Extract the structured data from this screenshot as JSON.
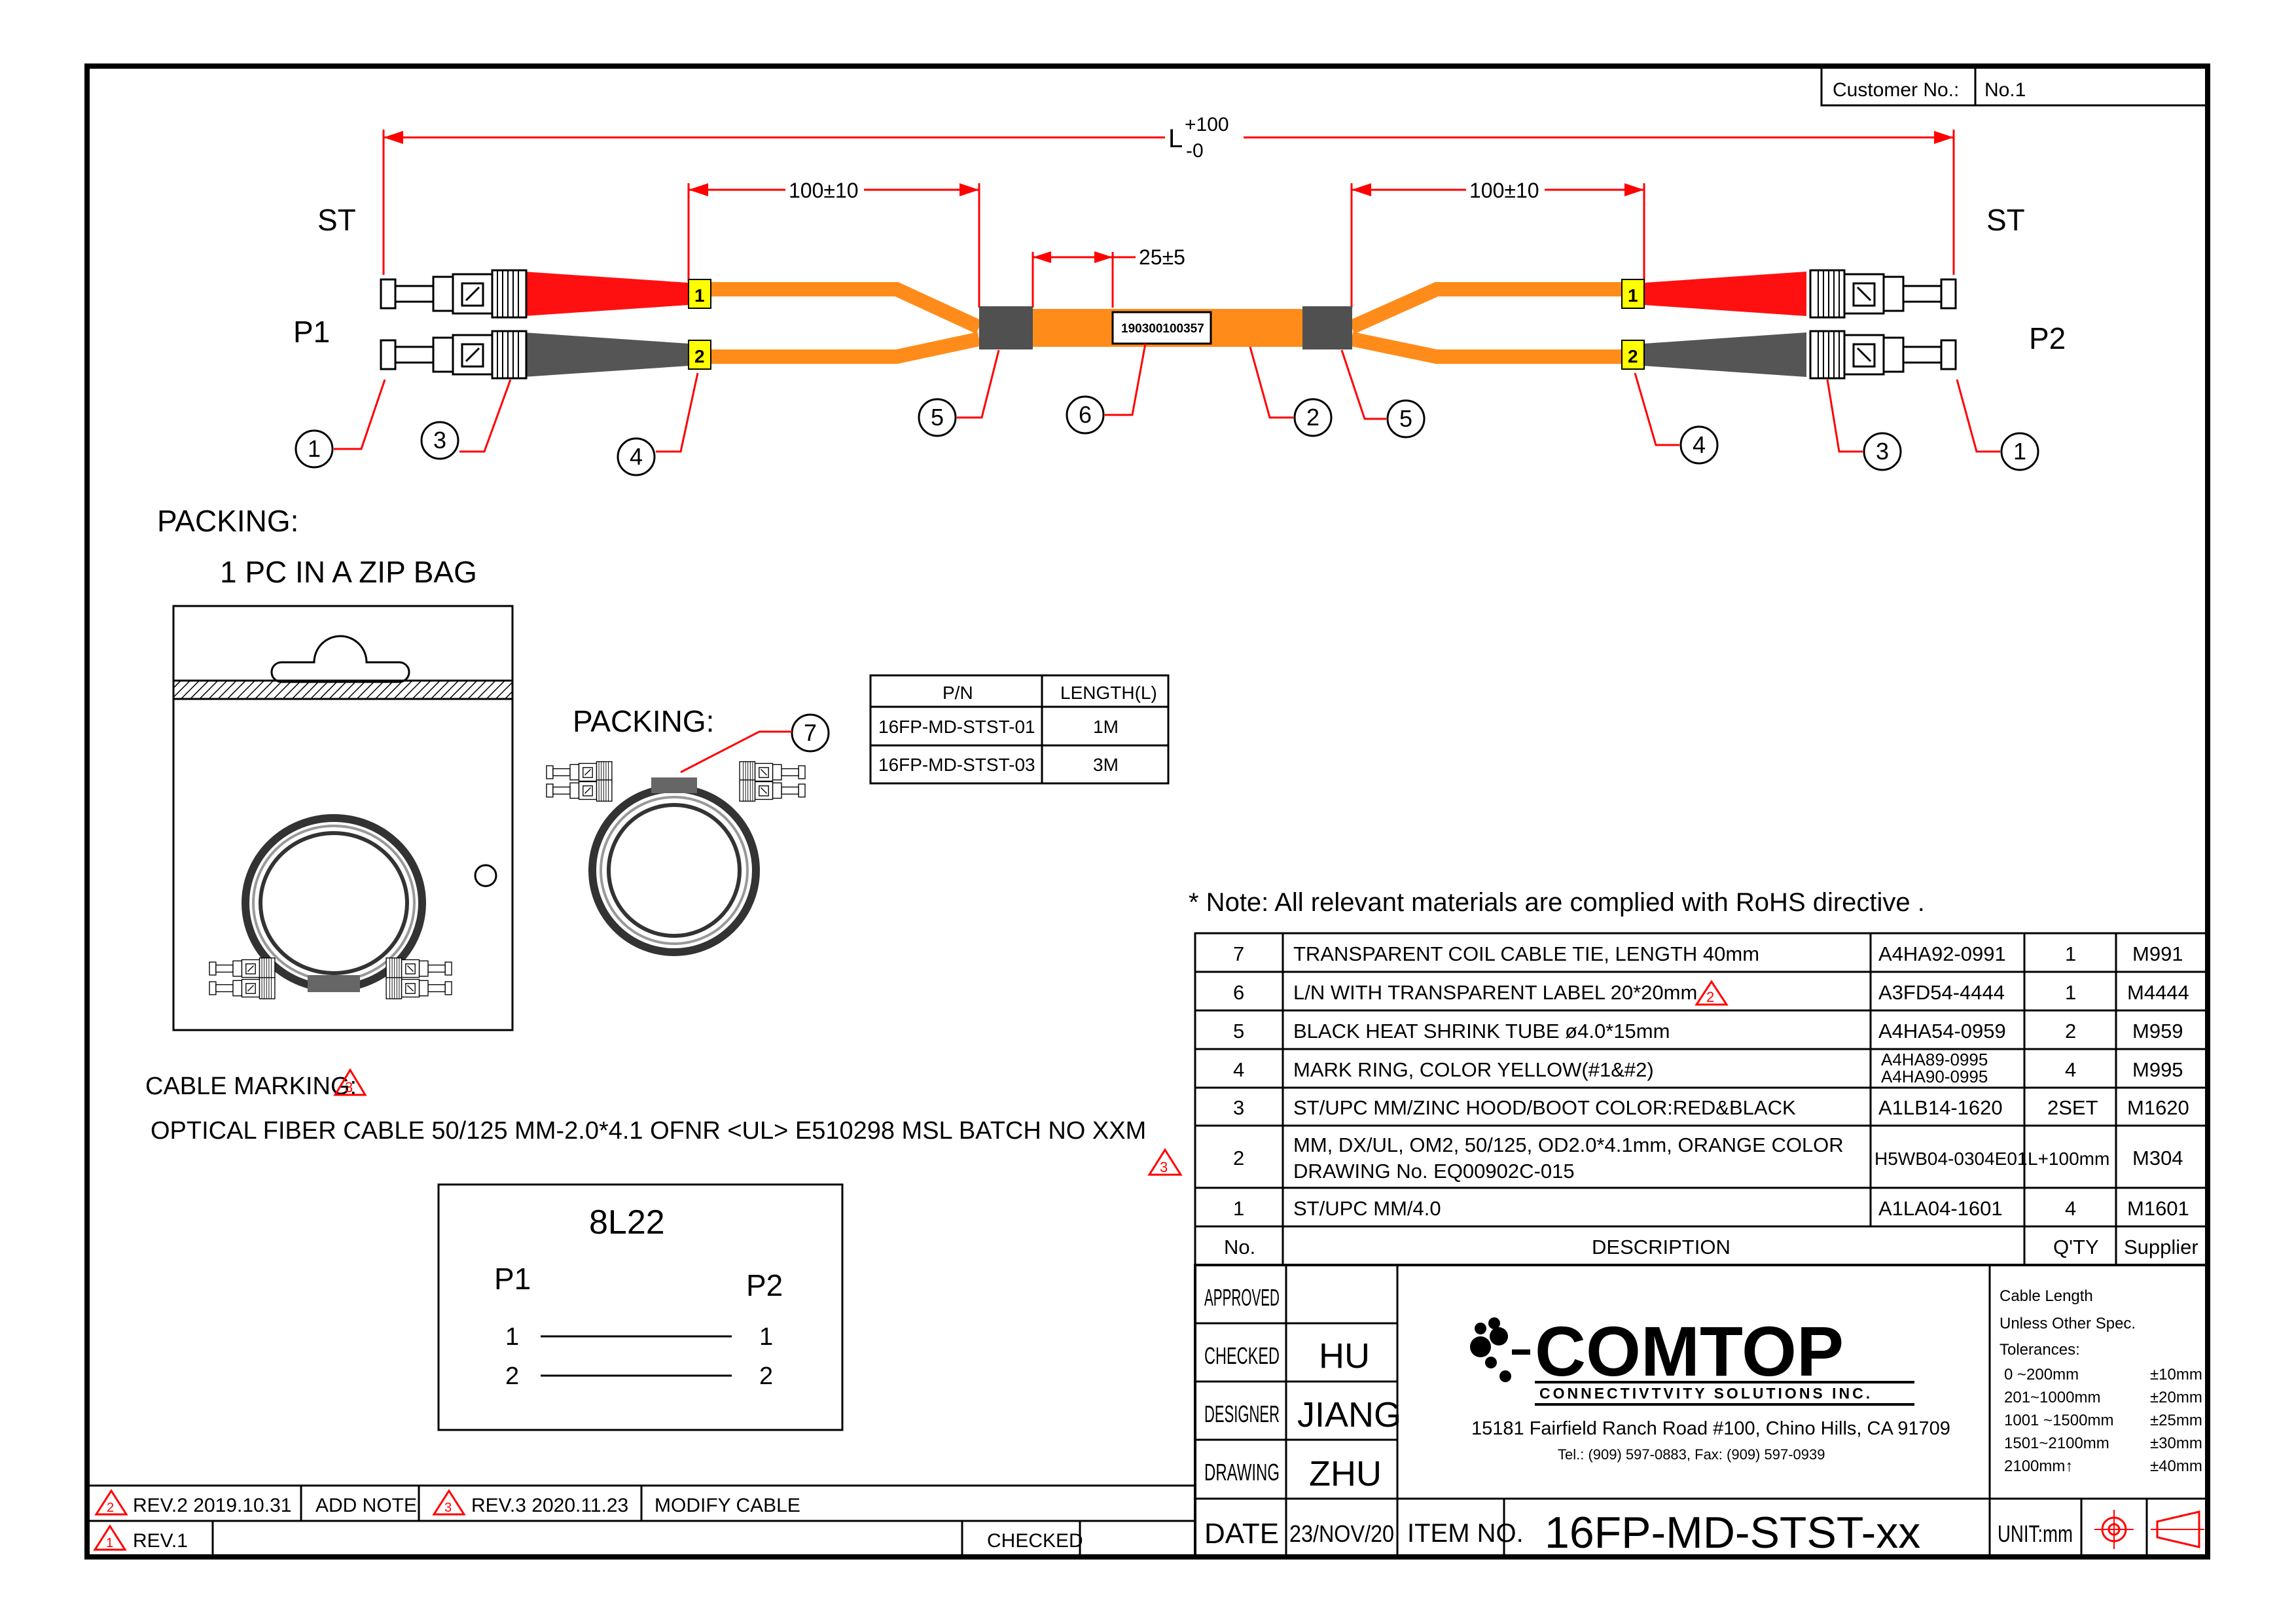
{
  "customer": {
    "label": "Customer No.:",
    "value": "No.1"
  },
  "dimensions": {
    "overall": "L",
    "overall_tol_plus": "+100",
    "overall_tol_minus": "-0",
    "breakout_left": "100±10",
    "breakout_right": "100±10",
    "label_pos": "25±5"
  },
  "connectors": {
    "left_type": "ST",
    "right_type": "ST",
    "left_port": "P1",
    "right_port": "P2"
  },
  "marker_rings": [
    "1",
    "2"
  ],
  "cable_label_text": "190300100357",
  "balloons": [
    "1",
    "2",
    "3",
    "4",
    "5",
    "6",
    "7"
  ],
  "packing": {
    "title": "PACKING:",
    "subtitle": "1 PC IN A ZIP BAG",
    "coil_title": "PACKING:"
  },
  "pn_table": {
    "headers": [
      "P/N",
      "LENGTH(L)"
    ],
    "rows": [
      [
        "16FP-MD-STST-01",
        "1M"
      ],
      [
        "16FP-MD-STST-03",
        "3M"
      ]
    ]
  },
  "note": "* Note: All relevant materials are complied with RoHS directive .",
  "bom": {
    "rows": [
      {
        "no": "7",
        "desc": "TRANSPARENT COIL CABLE TIE, LENGTH 40mm",
        "desc2": "",
        "part": "A4HA92-0991",
        "part2": "",
        "qty": "1",
        "supplier": "M991"
      },
      {
        "no": "6",
        "desc": "L/N WITH TRANSPARENT LABEL 20*20mm",
        "desc2": "",
        "part": "A3FD54-4444",
        "part2": "",
        "qty": "1",
        "supplier": "M4444"
      },
      {
        "no": "5",
        "desc": "BLACK HEAT SHRINK TUBE ø4.0*15mm",
        "desc2": "",
        "part": "A4HA54-0959",
        "part2": "",
        "qty": "2",
        "supplier": "M959"
      },
      {
        "no": "4",
        "desc": "MARK RING, COLOR YELLOW(#1&#2)",
        "desc2": "",
        "part": "A4HA89-0995",
        "part2": "A4HA90-0995",
        "qty": "4",
        "supplier": "M995"
      },
      {
        "no": "3",
        "desc": "ST/UPC MM/ZINC HOOD/BOOT COLOR:RED&BLACK",
        "desc2": "",
        "part": "A1LB14-1620",
        "part2": "",
        "qty": "2SET",
        "supplier": "M1620"
      },
      {
        "no": "2",
        "desc": "MM, DX/UL, OM2, 50/125, OD2.0*4.1mm, ORANGE COLOR",
        "desc2": "DRAWING No. EQ00902C-015",
        "part": "H5WB04-0304E01",
        "part2": "",
        "qty": "L+100mm",
        "supplier": "M304"
      },
      {
        "no": "1",
        "desc": "ST/UPC MM/4.0",
        "desc2": "",
        "part": "A1LA04-1601",
        "part2": "",
        "qty": "4",
        "supplier": "M1601"
      }
    ],
    "header": {
      "no": "No.",
      "desc": "DESCRIPTION",
      "qty": "Q'TY",
      "supplier": "Supplier"
    }
  },
  "rev_marks": {
    "row6": "2",
    "row2": "3",
    "cable_marking": "3"
  },
  "cable_marking": {
    "title": "CABLE MARKING:",
    "text": "OPTICAL FIBER CABLE 50/125   MM-2.0*4.1 OFNR <UL> E510298   MSL BATCH NO XXM"
  },
  "polarity": {
    "title": "8L22",
    "left": "P1",
    "right": "P2",
    "pins": [
      "1",
      "2"
    ]
  },
  "revisions": {
    "rev2": {
      "mark": "2",
      "label": "REV.2 2019.10.31",
      "note": "ADD NOTE"
    },
    "rev3": {
      "mark": "3",
      "label": "REV.3 2020.11.23",
      "note": "MODIFY CABLE"
    },
    "rev1": {
      "mark": "1",
      "label": "REV.1"
    },
    "checked": "CHECKED"
  },
  "title_block": {
    "approved_label": "APPROVED",
    "approved_value": "",
    "checked_label": "CHECKED",
    "checked_value": "HU",
    "designer_label": "DESIGNER",
    "designer_value": "JIANG",
    "drawing_label": "DRAWING",
    "drawing_value": "ZHU",
    "date_label": "DATE",
    "date_value": "23/NOV/20",
    "item_label": "ITEM NO.",
    "item_value": "16FP-MD-STST-xx",
    "unit": "UNIT:mm"
  },
  "company": {
    "name": "COMTOP",
    "tagline": "CONNECTIVTVITY SOLUTIONS INC.",
    "address": "15181 Fairfield Ranch Road #100, Chino Hills, CA 91709",
    "contact": "Tel.: (909) 597-0883, Fax: (909) 597-0939"
  },
  "tolerances": {
    "title1": "Cable Length",
    "title2": "Unless Other Spec.",
    "title3": "Tolerances:",
    "rows": [
      [
        "0 ~200mm",
        "±10mm"
      ],
      [
        "201~1000mm",
        "±20mm"
      ],
      [
        "1001 ~1500mm",
        "±25mm"
      ],
      [
        "1501~2100mm",
        "±30mm"
      ],
      [
        "2100mm↑",
        "±40mm"
      ]
    ]
  },
  "colors": {
    "cable_orange": "#ff8c1a",
    "boot_red": "#ff1010",
    "boot_black": "#555555",
    "marker_yellow": "#ffff00",
    "dimension_red": "#ff0000",
    "sleeve_dark": "#505050"
  }
}
